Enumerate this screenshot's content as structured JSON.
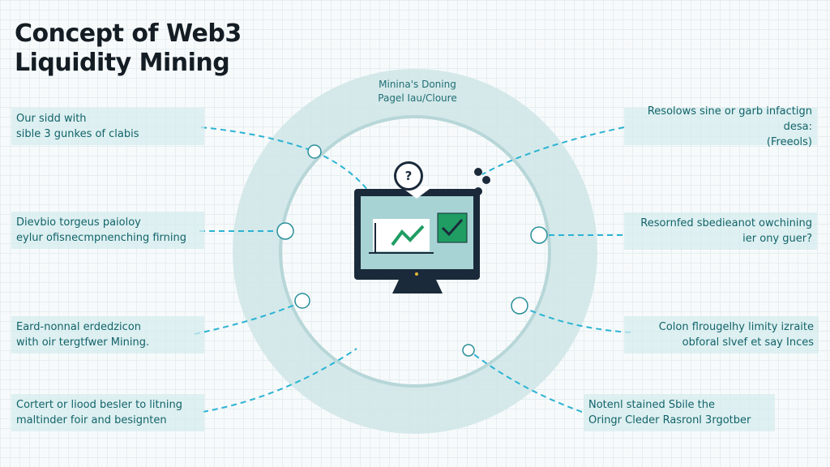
{
  "title": {
    "line1": "Concept of Web3",
    "line2": "Liquidity Mining"
  },
  "ring_label": {
    "line1": "Mininа's Doning",
    "line2": "Pagel Iau/Cloure"
  },
  "monitor": {
    "badge": "?"
  },
  "left_boxes": [
    {
      "line1": "Our sidd with",
      "line2": "sible 3 gunkes of clabis"
    },
    {
      "line1": "Dievbio torgeus paioloy",
      "line2": "eylur ofisnecmpnenching firning"
    },
    {
      "line1": "Eard-nonnal erdedzicon",
      "line2": "with oir tergtfwer Mining."
    },
    {
      "line1": "Cortert or liood besler to litning",
      "line2": "maltinder foir and besignten"
    }
  ],
  "right_boxes": [
    {
      "line1": "Resolows sine or garb infactign desa:",
      "line2": "(Freeols)"
    },
    {
      "line1": "Resornfed sbedieanot owchining",
      "line2": "ier ony guer?"
    },
    {
      "line1": "Colon flrougelhy limity izraite",
      "line2": "obforal slvef et say Inces"
    },
    {
      "line1": "Notenl stained Sbile the",
      "line2": "Oringr Cleder Rasronl 3rgotber"
    }
  ],
  "colors": {
    "ring": "#cfe5e6",
    "accent": "#2bb3d3",
    "text": "#12636a",
    "dark": "#1a2a3a",
    "green": "#1f9d63"
  }
}
